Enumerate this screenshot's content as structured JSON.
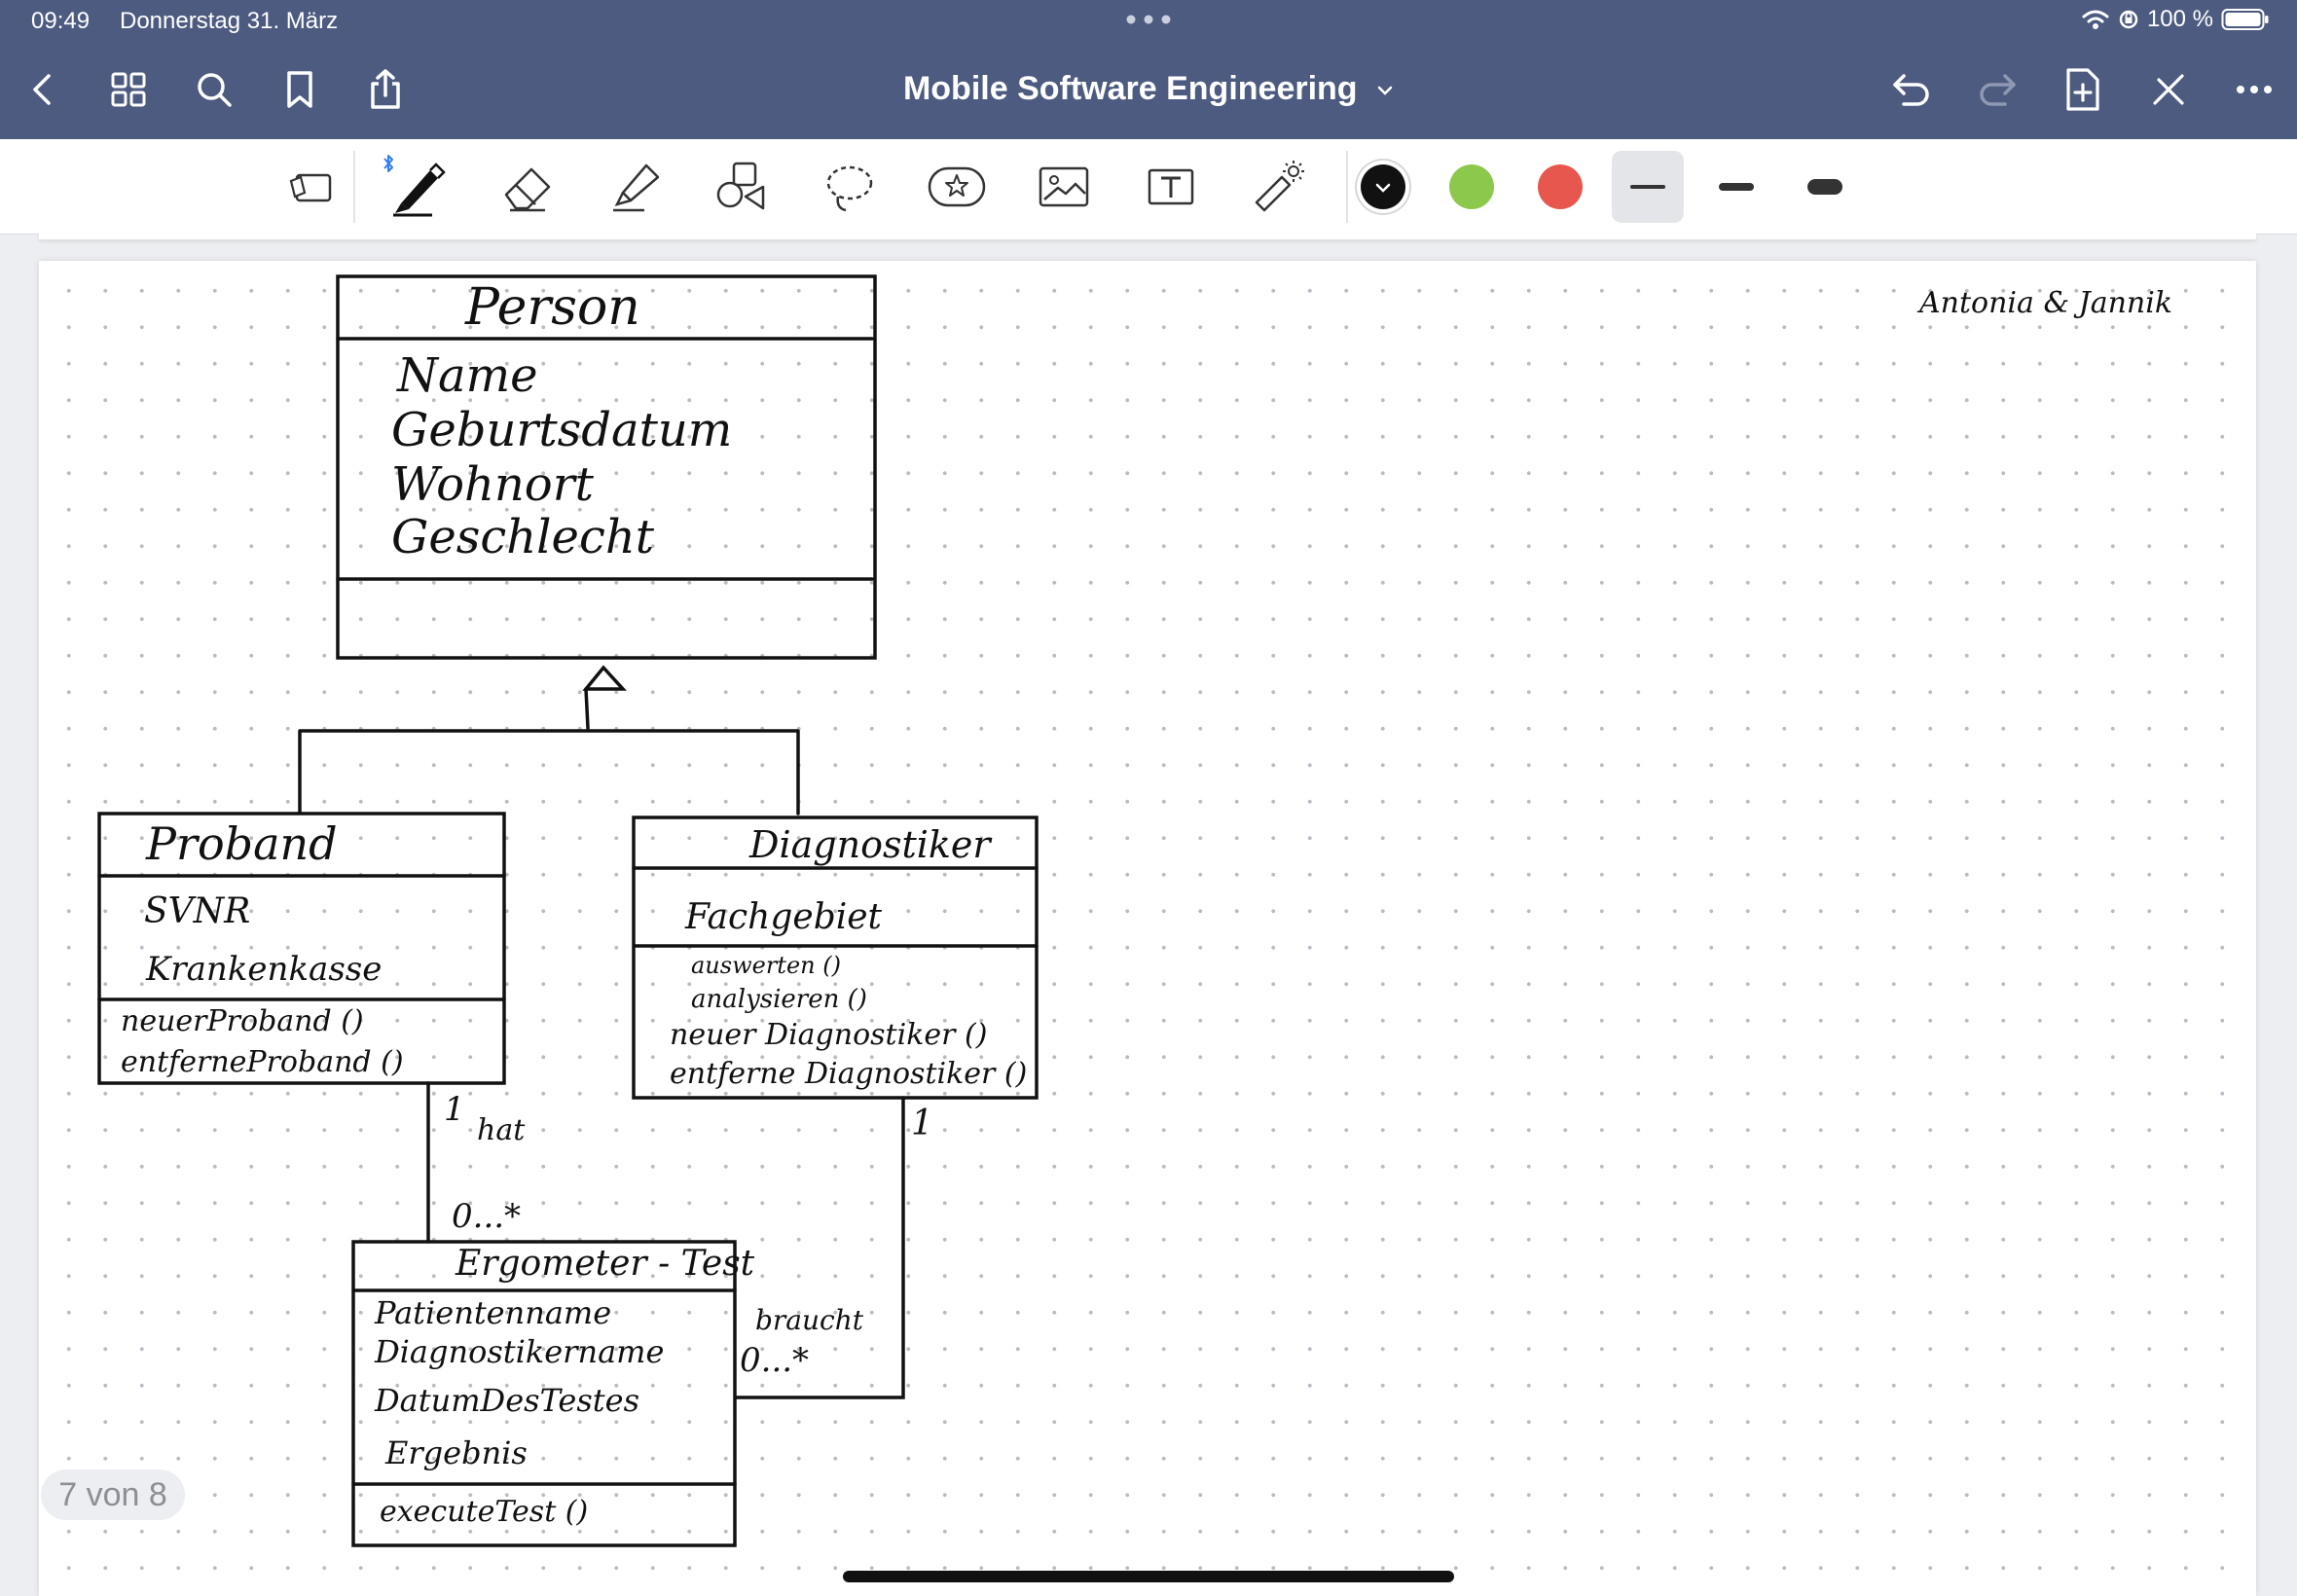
{
  "status_bar": {
    "time": "09:49",
    "date": "Donnerstag 31. März",
    "battery": "100 %"
  },
  "navigation": {
    "title": "Mobile Software Engineering"
  },
  "colors": {
    "topbar": "#4d5b80",
    "pen_black": "#111111",
    "pen_green": "#8cc84b",
    "pen_red": "#e8574d",
    "bluetooth": "#2f7cf6"
  },
  "toolbar": {
    "tools": [
      "read-only-mode-icon",
      "pen-icon",
      "eraser-icon",
      "highlighter-icon",
      "shapes-icon",
      "lasso-icon",
      "sticker-icon",
      "image-icon",
      "text-icon",
      "laser-pointer-icon"
    ],
    "selected_tool": "pen-icon",
    "selected_color": "black",
    "selected_stroke": "thin"
  },
  "note": {
    "authors": "Antonia & Jannik",
    "page_indicator": "7 von 8",
    "diagram": {
      "person": {
        "name": "Person",
        "attributes": [
          "Name",
          "Geburtsdatum",
          "Wohnort",
          "Geschlecht"
        ]
      },
      "proband": {
        "name": "Proband",
        "attributes": [
          "SVNR",
          "Krankenkasse"
        ],
        "methods": [
          "neuerProband ()",
          "entferneProband ()"
        ]
      },
      "diagnostiker": {
        "name": "Diagnostiker",
        "attributes": [
          "Fachgebiet"
        ],
        "methods": [
          "auswerten ()",
          "analysieren ()",
          "neuer Diagnostiker ()",
          "entferne Diagnostiker ()"
        ]
      },
      "ergometer": {
        "name": "Ergometer - Test",
        "attributes": [
          "Patientenname",
          "Diagnostikername",
          "DatumDesTestes",
          "Ergebnis"
        ],
        "methods": [
          "executeTest ()"
        ]
      },
      "association_proband": {
        "label": "hat",
        "mult_top": "1",
        "mult_bottom": "0...*"
      },
      "association_diagnostiker": {
        "label": "braucht",
        "mult_top": "1",
        "mult_bottom": "0...*"
      }
    }
  }
}
